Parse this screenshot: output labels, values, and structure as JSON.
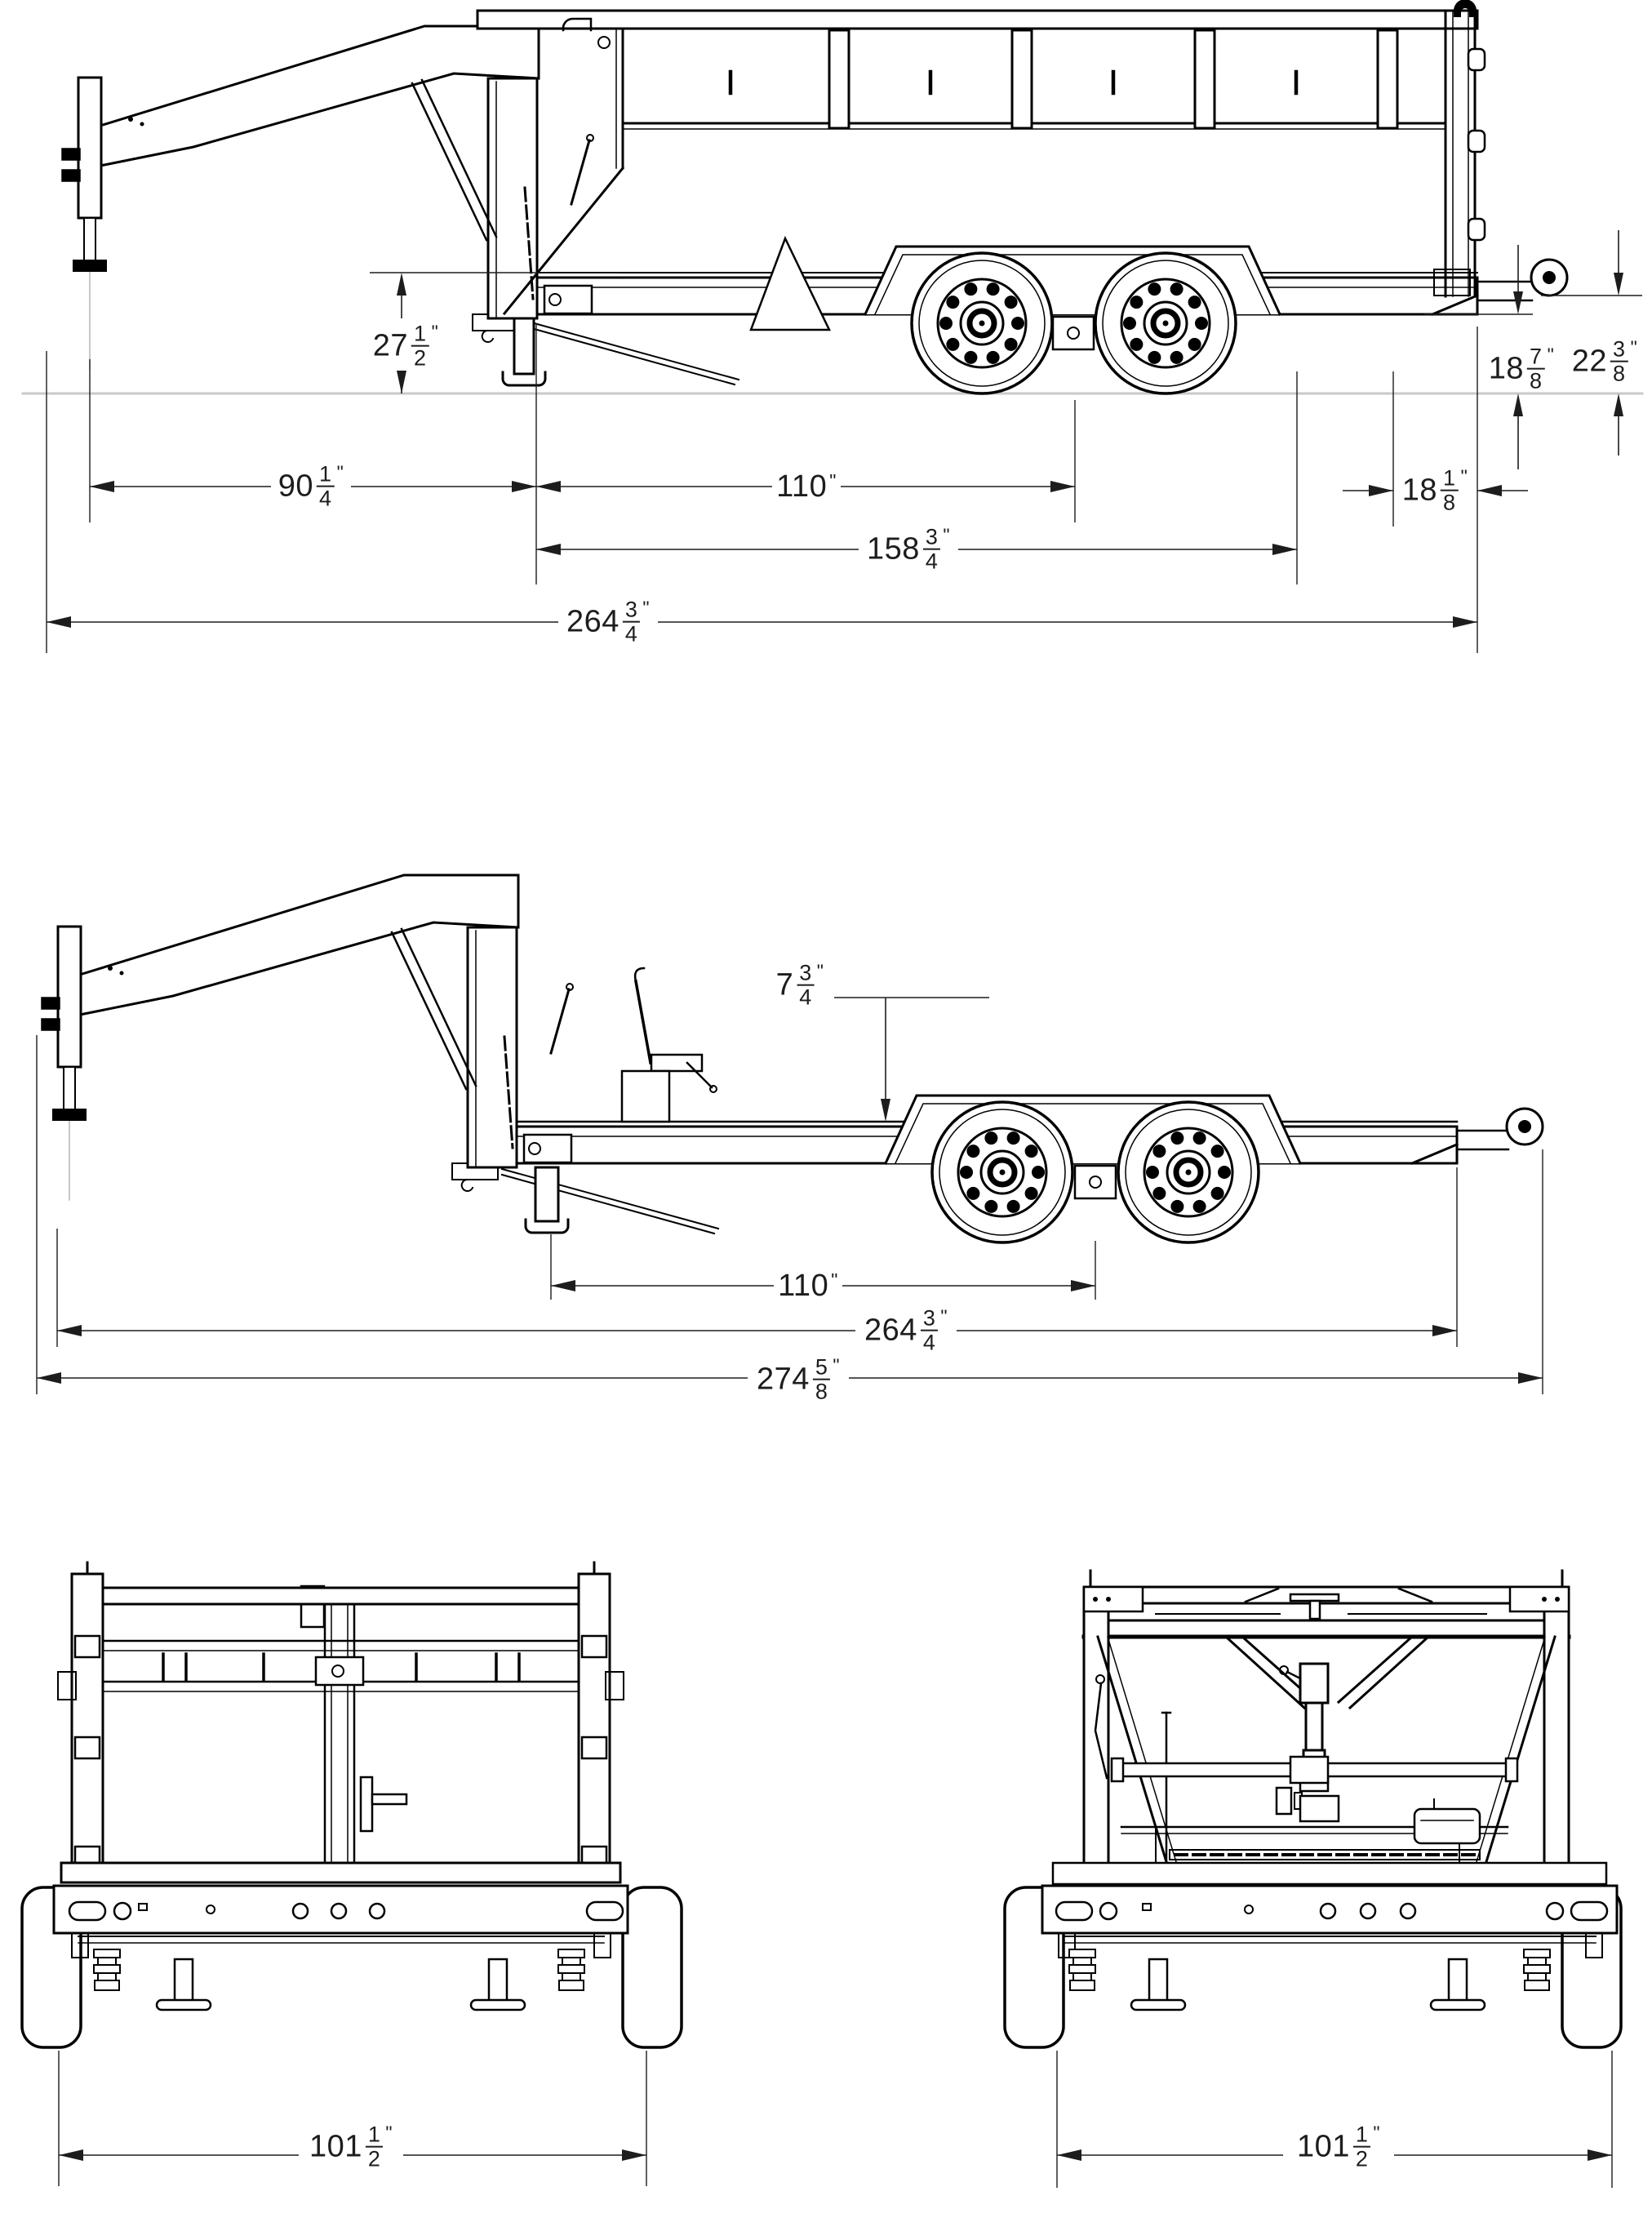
{
  "document": {
    "title": "Gooseneck dump trailer dimension drawing",
    "background_color": "#ffffff",
    "line_color": "#000000",
    "ground_line_color": "#c9c9c9",
    "text_color": "#1d1d1d"
  },
  "dimensions": {
    "side_top_view": {
      "deck_height_to_ground": {
        "whole": "27",
        "num": "1",
        "den": "2",
        "unit": "\""
      },
      "kingpin_to_riser": {
        "whole": "90",
        "num": "1",
        "den": "4",
        "unit": "\""
      },
      "riser_to_axle_center": {
        "whole": "110",
        "unit": "\""
      },
      "riser_to_rear_hanger": {
        "whole": "158",
        "num": "3",
        "den": "4",
        "unit": "\""
      },
      "overall_length": {
        "whole": "264",
        "num": "3",
        "den": "4",
        "unit": "\""
      },
      "rear_overhang": {
        "whole": "18",
        "num": "1",
        "den": "8",
        "unit": "\""
      },
      "frame_rear_height": {
        "whole": "18",
        "num": "7",
        "den": "8",
        "unit": "\""
      },
      "rear_tip_height": {
        "whole": "22",
        "num": "3",
        "den": "8",
        "unit": "\""
      }
    },
    "side_middle_view": {
      "deck_drop": {
        "whole": "7",
        "num": "3",
        "den": "4",
        "unit": "\""
      },
      "jack_to_axle_center": {
        "whole": "110",
        "unit": "\""
      },
      "frame_length": {
        "whole": "264",
        "num": "3",
        "den": "4",
        "unit": "\""
      },
      "overall_length": {
        "whole": "274",
        "num": "5",
        "den": "8",
        "unit": "\""
      }
    },
    "rear_view": {
      "overall_width": {
        "whole": "101",
        "num": "1",
        "den": "2",
        "unit": "\""
      }
    },
    "front_view": {
      "overall_width": {
        "whole": "101",
        "num": "1",
        "den": "2",
        "unit": "\""
      }
    }
  }
}
